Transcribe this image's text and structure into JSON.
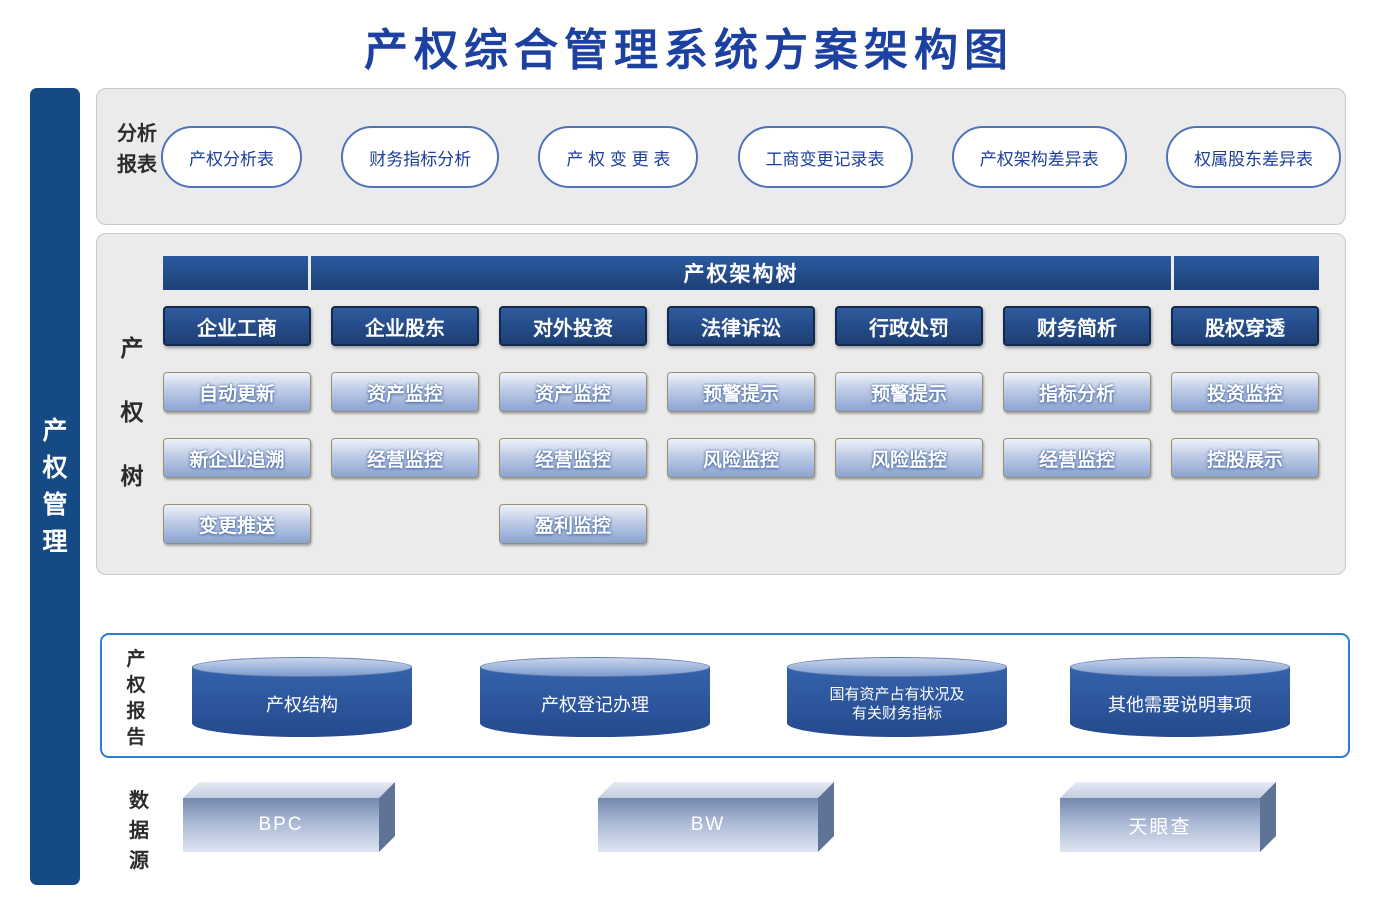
{
  "title": "产权综合管理系统方案架构图",
  "colors": {
    "title_blue": "#1d41a0",
    "rail_navy": "#164a85",
    "panel_gray": "#ebebeb",
    "header_navy": "#1f4a8c",
    "pill_border_blue": "#4f72b8",
    "report_border_blue": "#2d7dd2"
  },
  "left_rail": {
    "label": "产权管理"
  },
  "analysis_reports": {
    "label": "分析报表",
    "items": [
      "产权分析表",
      "财务指标分析",
      "产 权 变 更 表",
      "工商变更记录表",
      "产权架构差异表",
      "权属股东差异表"
    ]
  },
  "property_tree": {
    "label": "产权树",
    "header": "产权架构树",
    "rows": [
      [
        "企业工商",
        "企业股东",
        "对外投资",
        "法律诉讼",
        "行政处罚",
        "财务简析",
        "股权穿透"
      ],
      [
        "自动更新",
        "资产监控",
        "资产监控",
        "预警提示",
        "预警提示",
        "指标分析",
        "投资监控"
      ],
      [
        "新企业追溯",
        "经营监控",
        "经营监控",
        "风险监控",
        "风险监控",
        "经营监控",
        "控股展示"
      ],
      [
        "变更推送",
        "盈利监控"
      ]
    ]
  },
  "property_report": {
    "label": "产权报告",
    "items": [
      "产权结构",
      "产权登记办理",
      "国有资产占有状况及\n有关财务指标",
      "其他需要说明事项"
    ]
  },
  "data_sources": {
    "label": "数据源",
    "items": [
      "BPC",
      "BW",
      "天眼查"
    ]
  }
}
